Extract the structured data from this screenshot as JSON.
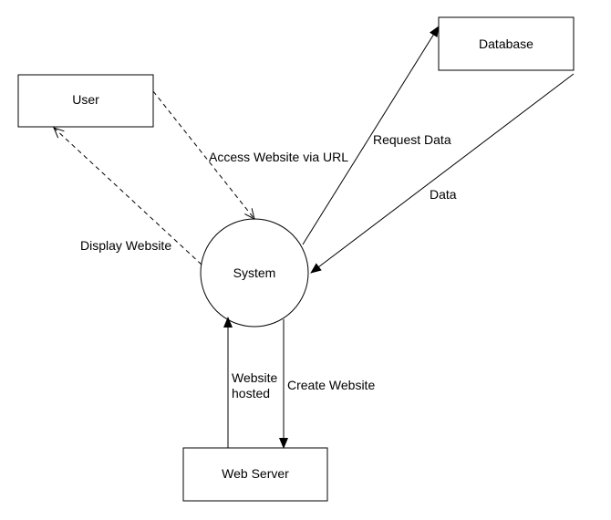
{
  "nodes": {
    "user": {
      "label": "User"
    },
    "database": {
      "label": "Database"
    },
    "system": {
      "label": "System"
    },
    "web_server": {
      "label": "Web Server"
    }
  },
  "edges": {
    "access_website": {
      "label": "Access Website via URL",
      "style": "dashed"
    },
    "display_website": {
      "label": "Display Website",
      "style": "dashed"
    },
    "request_data": {
      "label": "Request Data",
      "style": "solid"
    },
    "data": {
      "label": "Data",
      "style": "solid"
    },
    "website_hosted": {
      "label_line1": "Website",
      "label_line2": "hosted",
      "style": "solid"
    },
    "create_website": {
      "label": "Create Website",
      "style": "solid"
    }
  }
}
